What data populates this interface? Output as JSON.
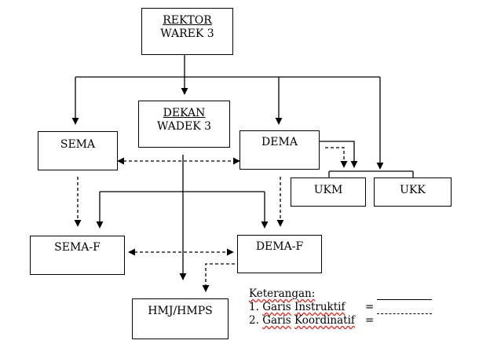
{
  "boxes": {
    "rektor": {
      "line1": "REKTOR",
      "line2": "WAREK 3"
    },
    "dekan": {
      "line1": "DEKAN",
      "line2": "WADEK 3"
    },
    "sema": {
      "label": "SEMA"
    },
    "dema": {
      "label": "DEMA"
    },
    "ukm": {
      "label": "UKM"
    },
    "ukk": {
      "label": "UKK"
    },
    "sema_f": {
      "label": "SEMA-F"
    },
    "dema_f": {
      "label": "DEMA-F"
    },
    "hmj": {
      "label": "HMJ/HMPS"
    }
  },
  "legend": {
    "title": "Keterangan:",
    "item1_num": "1.",
    "item1_word1": "Garis",
    "item1_word2": "Instruktif",
    "item1_eq": "=",
    "item2_num": "2.",
    "item2_word1": "Garis",
    "item2_word2": "Koordinatif",
    "item2_eq": "="
  },
  "colors": {
    "line": "#000000",
    "spellcheck_underline": "#d9342b"
  }
}
